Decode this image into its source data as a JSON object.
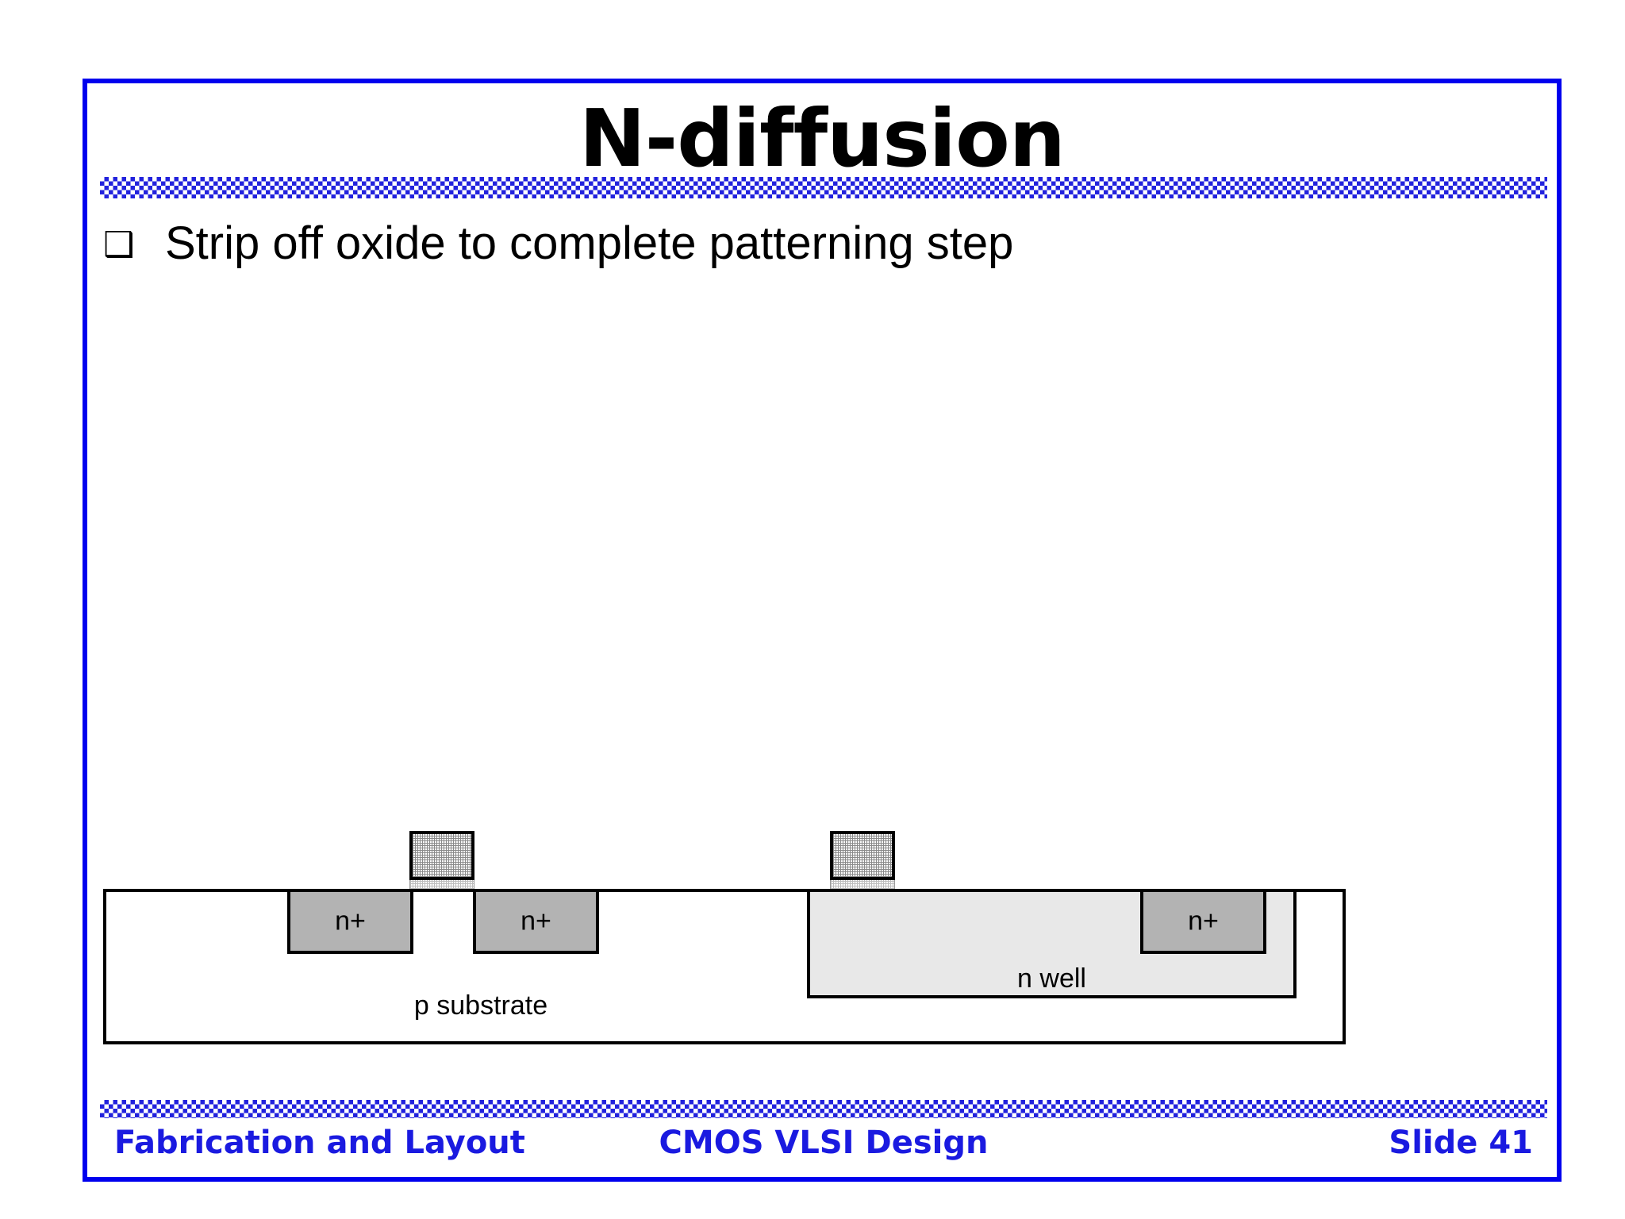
{
  "slide": {
    "title": "N-diffusion",
    "border_color": "#0000ee",
    "accent_color": "#2222dd",
    "bullets": [
      {
        "marker": "❑",
        "marker_icon": "hollow-square-bullet-icon",
        "text": "Strip off oxide to complete patterning step"
      }
    ]
  },
  "diagram": {
    "name": "cmos-cross-section",
    "substrate_label": "p substrate",
    "well_label": "n well",
    "regions": [
      {
        "name": "ndiff-left",
        "label": "n+",
        "fill": "#b3b3b3"
      },
      {
        "name": "ndiff-right",
        "label": "n+",
        "fill": "#b3b3b3"
      },
      {
        "name": "ndiff-well",
        "label": "n+",
        "fill": "#b3b3b3"
      }
    ],
    "gates": [
      {
        "name": "gate-stack-left",
        "layer": "polysilicon"
      },
      {
        "name": "gate-stack-well",
        "layer": "polysilicon"
      }
    ],
    "well_fill": "#e8e8e8",
    "substrate_fill": "#ffffff"
  },
  "footer": {
    "left": "Fabrication and Layout",
    "center": "CMOS VLSI Design",
    "right": "Slide 41",
    "color": "#1a1ae0"
  }
}
